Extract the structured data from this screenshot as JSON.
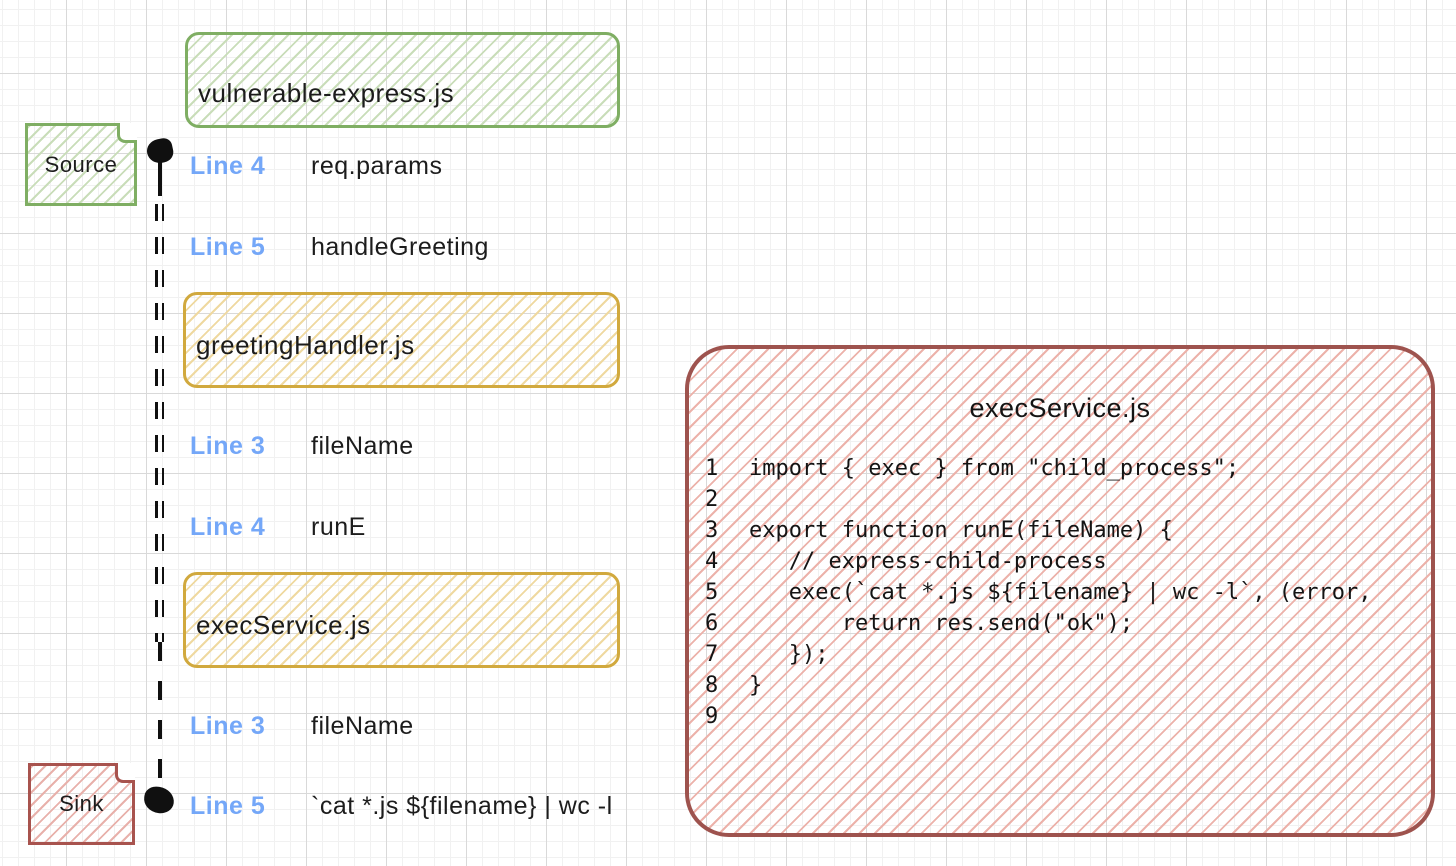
{
  "diagram": {
    "source_label": "Source",
    "sink_label": "Sink",
    "files": [
      {
        "name": "vulnerable-express.js"
      },
      {
        "name": "greetingHandler.js"
      },
      {
        "name": "execService.js"
      }
    ],
    "steps": [
      {
        "line_label": "Line 4",
        "token": "req.params"
      },
      {
        "line_label": "Line 5",
        "token": "handleGreeting"
      },
      {
        "line_label": "Line 3",
        "token": "fileName"
      },
      {
        "line_label": "Line 4",
        "token": "runE"
      },
      {
        "line_label": "Line 3",
        "token": "fileName"
      },
      {
        "line_label": "Line 5",
        "token": "`cat *.js ${filename} | wc -l"
      }
    ],
    "colors": {
      "source_green": "#7fae63",
      "file_yellow": "#d1a93e",
      "sink_red": "#a8534e",
      "line_label_blue": "#74a7f8",
      "ink": "#1c1c1c"
    }
  },
  "code_panel": {
    "title": "execService.js",
    "lines": [
      {
        "num": "1",
        "code": "import { exec } from \"child_process\";"
      },
      {
        "num": "2",
        "code": ""
      },
      {
        "num": "3",
        "code": "export function runE(fileName) {"
      },
      {
        "num": "4",
        "code": "   // express-child-process"
      },
      {
        "num": "5",
        "code": "   exec(`cat *.js ${filename} | wc -l`, (error,"
      },
      {
        "num": "6",
        "code": "       return res.send(\"ok\");"
      },
      {
        "num": "7",
        "code": "   });"
      },
      {
        "num": "8",
        "code": "}"
      },
      {
        "num": "9",
        "code": ""
      }
    ]
  }
}
